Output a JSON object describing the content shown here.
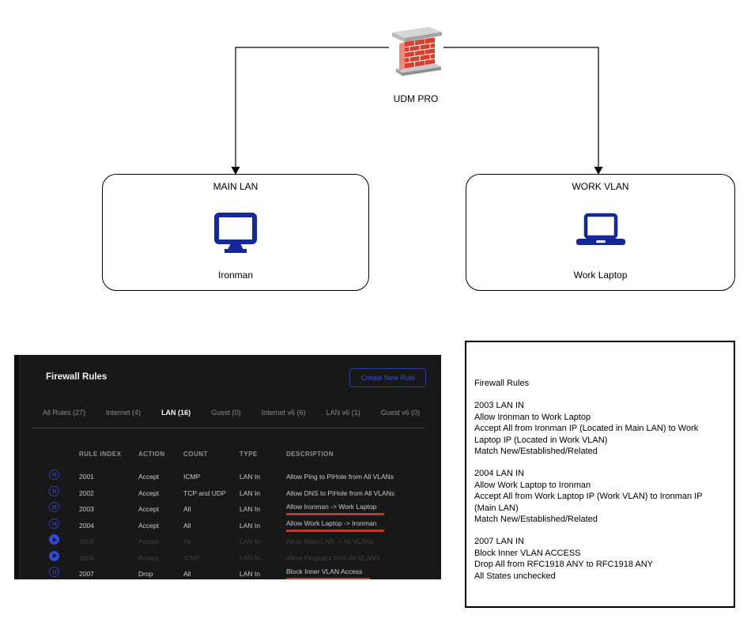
{
  "diagram": {
    "firewall_label": "UDM PRO",
    "main_lan": {
      "title": "MAIN LAN",
      "device": "Ironman"
    },
    "work_vlan": {
      "title": "WORK VLAN",
      "device": "Work Laptop"
    }
  },
  "firewall_panel": {
    "title": "Firewall Rules",
    "create_button": "Create New Rule",
    "tabs": [
      {
        "label": "All Rules (27)",
        "active": false
      },
      {
        "label": "Internet (4)",
        "active": false
      },
      {
        "label": "LAN (16)",
        "active": true
      },
      {
        "label": "Guest (0)",
        "active": false
      },
      {
        "label": "Internet v6 (6)",
        "active": false
      },
      {
        "label": "LAN v6 (1)",
        "active": false
      },
      {
        "label": "Guest v6 (0)",
        "active": false
      }
    ],
    "columns": [
      "RULE INDEX",
      "ACTION",
      "COUNT",
      "TYPE",
      "DESCRIPTION"
    ],
    "rows": [
      {
        "index": "2001",
        "action": "Accept",
        "count": "ICMP",
        "type": "LAN In",
        "description": "Allow Ping to PiHole from All VLANs",
        "enabled": true,
        "underlined": false
      },
      {
        "index": "2002",
        "action": "Accept",
        "count": "TCP and UDP",
        "type": "LAN In",
        "description": "Allow DNS to PiHole from All VLANs",
        "enabled": true,
        "underlined": false
      },
      {
        "index": "2003",
        "action": "Accept",
        "count": "All",
        "type": "LAN In",
        "description": "Allow Ironman -> Work Laptop",
        "enabled": true,
        "underlined": true
      },
      {
        "index": "2004",
        "action": "Accept",
        "count": "All",
        "type": "LAN In",
        "description": "Allow Work Laptop -> Ironman",
        "enabled": true,
        "underlined": true
      },
      {
        "index": "2005",
        "action": "Accept",
        "count": "All",
        "type": "LAN In",
        "description": "Allow Main-LAN -> All VLANs",
        "enabled": false,
        "underlined": false
      },
      {
        "index": "2006",
        "action": "Accept",
        "count": "ICMP",
        "type": "LAN In",
        "description": "Allow Pingback from All VLANS",
        "enabled": false,
        "underlined": false
      },
      {
        "index": "2007",
        "action": "Drop",
        "count": "All",
        "type": "LAN In",
        "description": "Block Inner VLAN Access",
        "enabled": true,
        "underlined": true
      }
    ]
  },
  "notes_panel": {
    "title": "Firewall Rules",
    "blocks": [
      {
        "heading": "2003 LAN IN",
        "lines": [
          "Allow Ironman to Work Laptop",
          "Accept All from Ironman IP (Located in Main LAN) to Work Laptop IP (Located in Work VLAN)",
          "Match New/Established/Related"
        ]
      },
      {
        "heading": "2004 LAN IN",
        "lines": [
          "Allow Work Laptop to Ironman",
          "Accept All from Work Laptop IP (Work VLAN) to Ironman IP (Main LAN)",
          "Match New/Established/Related"
        ]
      },
      {
        "heading": "2007 LAN IN",
        "lines": [
          "Block Inner VLAN ACCESS",
          "Drop All from RFC1918 ANY to RFC1918 ANY",
          "All States unchecked"
        ]
      }
    ]
  },
  "colors": {
    "accent_blue": "#3050d8",
    "underline_red": "#bf3a2b",
    "device_icon_navy": "#14289b",
    "panel_bg": "#181818"
  }
}
